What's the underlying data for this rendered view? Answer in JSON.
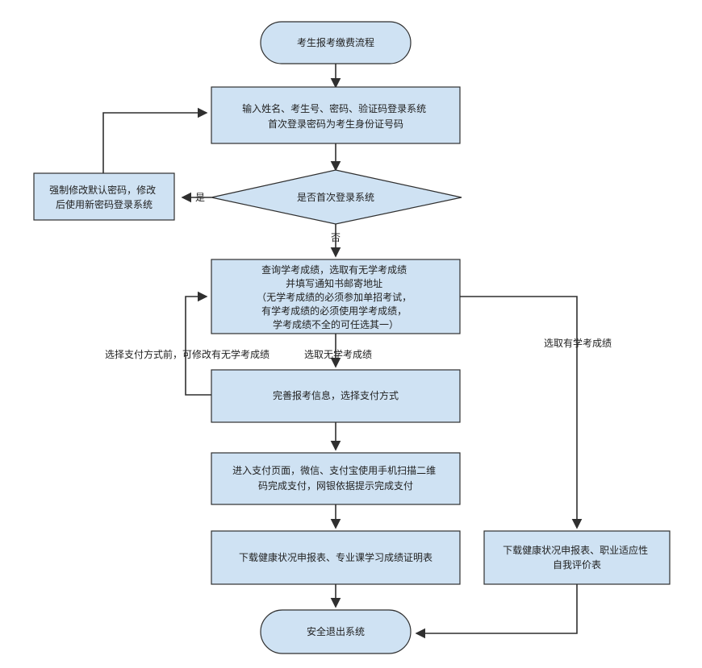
{
  "nodes": {
    "start": {
      "lines": [
        "考生报考缴费流程"
      ]
    },
    "login": {
      "lines": [
        "输入姓名、考生号、密码、验证码登录系统",
        "首次登录密码为考生身份证号码"
      ]
    },
    "first_login": {
      "lines": [
        "是否首次登录系统"
      ]
    },
    "change_password": {
      "lines": [
        "强制修改默认密码，修改",
        "后使用新密码登录系统"
      ]
    },
    "query_scores": {
      "lines": [
        "查询学考成绩，选取有无学考成绩",
        "并填写通知书邮寄地址",
        "（无学考成绩的必须参加单招考试，",
        "有学考成绩的必须使用学考成绩，",
        "学考成绩不全的可任选其一）"
      ]
    },
    "complete_info": {
      "lines": [
        "完善报考信息，选择支付方式"
      ]
    },
    "payment": {
      "lines": [
        "进入支付页面，微信、支付宝使用手机扫描二维",
        "码完成支付，网银依据提示完成支付"
      ]
    },
    "download_health_course": {
      "lines": [
        "下载健康状况申报表、专业课学习成绩证明表"
      ]
    },
    "download_health_career": {
      "lines": [
        "下载健康状况申报表、职业适应性",
        "自我评价表"
      ]
    },
    "exit": {
      "lines": [
        "安全退出系统"
      ]
    }
  },
  "edge_labels": {
    "yes": "是",
    "no": "否",
    "modify_before_pay": "选择支付方式前，可修改有无学考成绩",
    "choose_no_scores": "选取无学考成绩",
    "choose_has_scores": "选取有学考成绩"
  },
  "colors": {
    "node_fill": "#cfe2f3",
    "stroke": "#2f2f2f"
  }
}
